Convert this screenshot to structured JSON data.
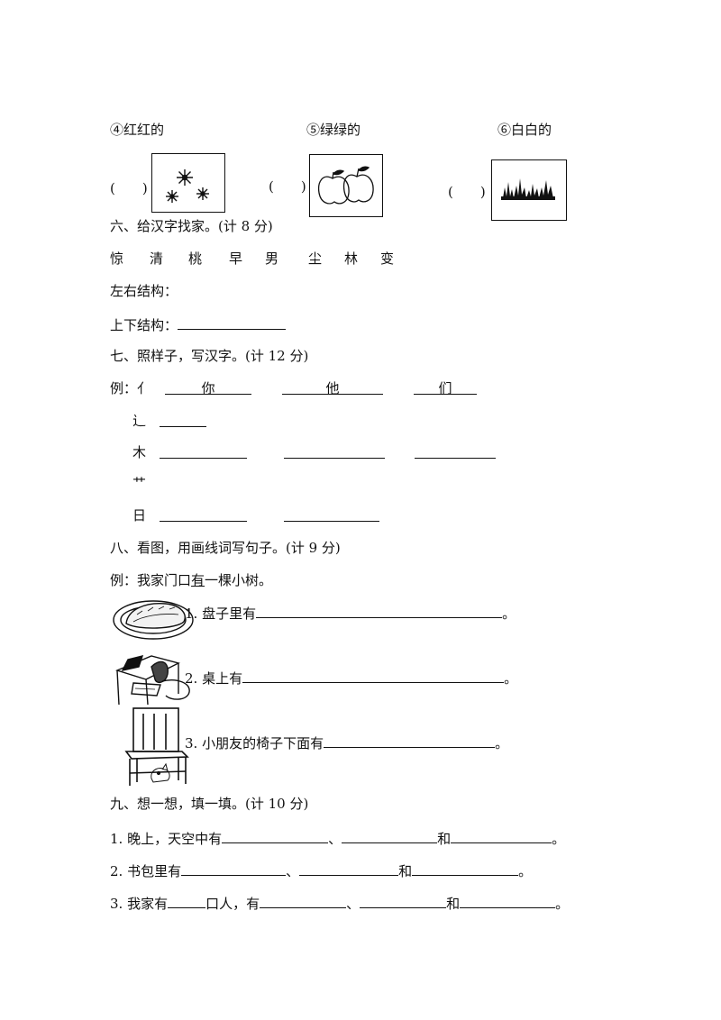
{
  "colors_section": {
    "labels": [
      "④红红的",
      "⑤绿绿的",
      "⑥白白的"
    ],
    "answer_brackets": [
      "(　　)",
      "(　　)",
      "(　　)"
    ],
    "picture_icons": [
      "snowflake-icon",
      "apple-icon",
      "grass-icon"
    ]
  },
  "section6": {
    "heading": "六、给汉字找家。(计 8 分)",
    "chars": [
      "惊",
      "清",
      "桃",
      "早",
      "男",
      "尘",
      "林",
      "变"
    ],
    "left_right_label": "左右结构：",
    "top_bottom_label": "上下结构："
  },
  "section7": {
    "heading": "七、照样子，写汉字。(计 12 分)",
    "example_label": "例：",
    "example_radical": "亻",
    "example_words": [
      "你",
      "他",
      "们"
    ],
    "radicals": [
      "辶",
      "木",
      "艹",
      "日"
    ]
  },
  "section8": {
    "heading": "八、看图，用画线词写句子。(计 9 分)",
    "example_prefix": "例：我家门口",
    "example_underlined": "有",
    "example_suffix": "一棵小树。",
    "items": [
      "1. 盘子里有",
      "2. 桌上有",
      "3. 小朋友的椅子下面有"
    ],
    "period": "。",
    "picture_icons": [
      "bread-plate-icon",
      "desk-scene-icon",
      "chair-puppy-icon"
    ]
  },
  "section9": {
    "heading": "九、想一想，填一填。(计 10 分)",
    "q1_prefix": "1. 晚上，天空中有",
    "q2_prefix": "2. 书包里有",
    "q3_prefix": "3. 我家有",
    "q3_mid": "口人，有",
    "comma": "、",
    "and": "和",
    "period": "。"
  }
}
